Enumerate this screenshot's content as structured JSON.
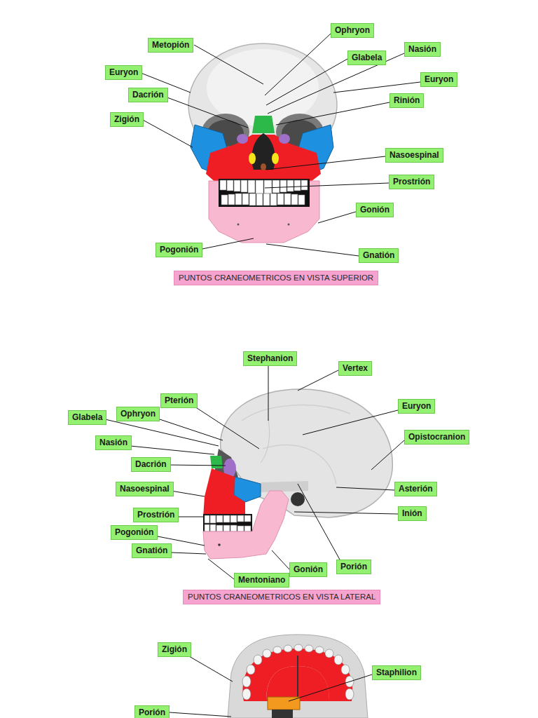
{
  "diagram": {
    "nodes": [
      {
        "text": [
          "Ophryon"
        ]
      },
      {
        "text": [
          "Metopión"
        ]
      },
      {
        "text": [
          "Nasión"
        ]
      },
      {
        "text": [
          "Glabela"
        ]
      },
      {
        "text": [
          "Euryon"
        ]
      },
      {
        "text": [
          "Euryon"
        ]
      },
      {
        "text": [
          "Dacrión"
        ]
      },
      {
        "text": [
          "Rinión"
        ]
      },
      {
        "text": [
          "Zigión"
        ]
      },
      {
        "text": [
          "Nasoespinal"
        ]
      },
      {
        "text": [
          "Prostrión"
        ]
      },
      {
        "text": [
          "Gonión"
        ]
      },
      {
        "text": [
          "Pogonión"
        ]
      },
      {
        "text": [
          "Gnatión"
        ]
      },
      {
        "text": [
          "PUNTOS CRANEOMETRICOS EN VISTA SUPERIOR"
        ]
      },
      {
        "text": [
          "Stephanion"
        ]
      },
      {
        "text": [
          "Vertex"
        ]
      },
      {
        "text": [
          "Pterión"
        ]
      },
      {
        "text": [
          "Euryon"
        ]
      },
      {
        "text": [
          "Ophryon"
        ]
      },
      {
        "text": [
          "Glabela"
        ]
      },
      {
        "text": [
          "Opistocranion"
        ]
      },
      {
        "text": [
          "Nasión"
        ]
      },
      {
        "text": [
          "Dacrión"
        ]
      },
      {
        "text": [
          "Nasoespinal"
        ]
      },
      {
        "text": [
          "Asterión"
        ]
      },
      {
        "text": [
          "Inión"
        ]
      },
      {
        "text": [
          "Prostrión"
        ]
      },
      {
        "text": [
          "Pogonión"
        ]
      },
      {
        "text": [
          "Gnatión"
        ]
      },
      {
        "text": [
          "Porión"
        ]
      },
      {
        "text": [
          "Gonión"
        ]
      },
      {
        "text": [
          "Mentoniano"
        ]
      },
      {
        "text": [
          "PUNTOS CRANEOMETRICOS EN VISTA LATERAL"
        ]
      },
      {
        "text": [
          "Zigión"
        ]
      },
      {
        "text": [
          "Staphilion"
        ]
      },
      {
        "text": [
          "Porión"
        ]
      }
    ]
  }
}
